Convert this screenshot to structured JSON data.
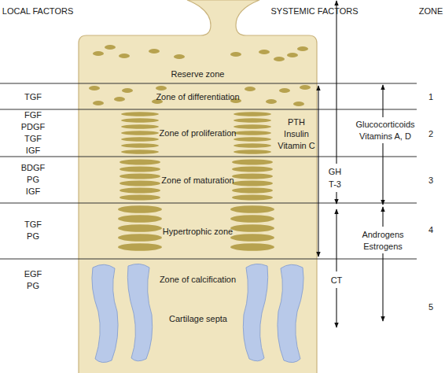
{
  "diagram": {
    "nodes": [
      {
        "text": [
          "Reserve zone"
        ]
      },
      {
        "text": [
          "Zone of differentiation"
        ]
      },
      {
        "text": [
          "Zone of proliferation"
        ]
      },
      {
        "text": [
          "Zone of maturation"
        ]
      },
      {
        "text": [
          "Hypertrophic zone"
        ]
      },
      {
        "text": [
          "Zone of calcification"
        ]
      }
    ],
    "labels": [
      "LOCAL FACTORS",
      "SYSTEMIC FACTORS",
      "ZONE",
      "TGF",
      "FGF",
      "PDGF",
      "TGF",
      "IGF",
      "BDGF",
      "PG",
      "IGF",
      "TGF",
      "PG",
      "EGF",
      "PG",
      "PTH",
      "Insulin",
      "Vitamin C",
      "Glucocorticoids",
      "Vitamins A, D",
      "GH",
      "T-3",
      "Androgens",
      "Estrogens",
      "CT",
      "1",
      "2",
      "3",
      "4",
      "5",
      "Cartilage septa"
    ]
  }
}
